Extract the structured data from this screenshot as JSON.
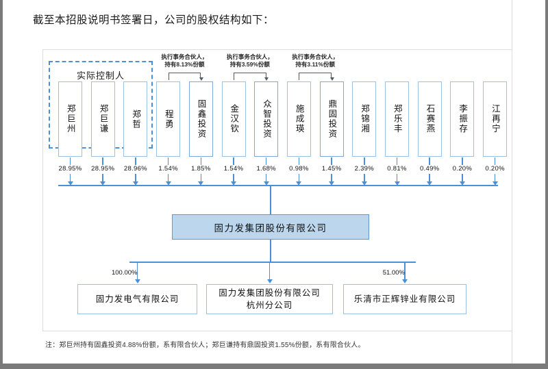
{
  "title": "截至本招股说明书签署日，公司的股权结构如下：",
  "control_group": {
    "label": "实际控制人",
    "member_indices": [
      0,
      1,
      2
    ]
  },
  "shareholders": [
    {
      "name": "郑巨州",
      "pct": "28.95%",
      "type": "person"
    },
    {
      "name": "郑巨谦",
      "pct": "28.95%",
      "type": "person"
    },
    {
      "name": "郑哲",
      "pct": "28.96%",
      "type": "person"
    },
    {
      "name": "程勇",
      "pct": "1.54%",
      "type": "person"
    },
    {
      "name": "固鑫投资",
      "pct": "1.85%",
      "type": "entity"
    },
    {
      "name": "金汉钦",
      "pct": "1.54%",
      "type": "person"
    },
    {
      "name": "众智投资",
      "pct": "1.68%",
      "type": "entity"
    },
    {
      "name": "施成瑛",
      "pct": "0.98%",
      "type": "person"
    },
    {
      "name": "鼎固投资",
      "pct": "1.45%",
      "type": "entity"
    },
    {
      "name": "郑锦湘",
      "pct": "2.39%",
      "type": "person"
    },
    {
      "name": "郑乐丰",
      "pct": "0.81%",
      "type": "person"
    },
    {
      "name": "石赛燕",
      "pct": "0.49%",
      "type": "person"
    },
    {
      "name": "李振存",
      "pct": "0.20%",
      "type": "person"
    },
    {
      "name": "江再宁",
      "pct": "0.20%",
      "type": "person"
    }
  ],
  "partner_notes": [
    {
      "line1": "执行事务合伙人，",
      "line2": "持有8.13%份额",
      "from_index": 3,
      "to_index": 4
    },
    {
      "line1": "执行事务合伙人，",
      "line2": "持有3.59%份额",
      "from_index": 5,
      "to_index": 6
    },
    {
      "line1": "执行事务合伙人，",
      "line2": "持有3.11%份额",
      "from_index": 7,
      "to_index": 8
    }
  ],
  "company": {
    "name": "固力发集团股份有限公司",
    "fill": "#bcd6ee",
    "border": "#5b9bd5"
  },
  "subsidiaries": [
    {
      "name": "固力发电气有限公司",
      "pct": "100.00%"
    },
    {
      "name": "固力发集团股份有限公司\n杭州分公司",
      "pct": ""
    },
    {
      "name": "乐清市正辉锌业有限公司",
      "pct": "51.00%"
    }
  ],
  "note": "注：郑巨州持有固鑫投资4.88%份额，系有限合伙人；郑巨谦持有鼎固投资1.55%份额，系有限合伙人。",
  "colors": {
    "line": "#4a90d9",
    "box_border": "#9cc0e4",
    "dashed_group": "#4a90d9",
    "bracket": "#595959"
  }
}
